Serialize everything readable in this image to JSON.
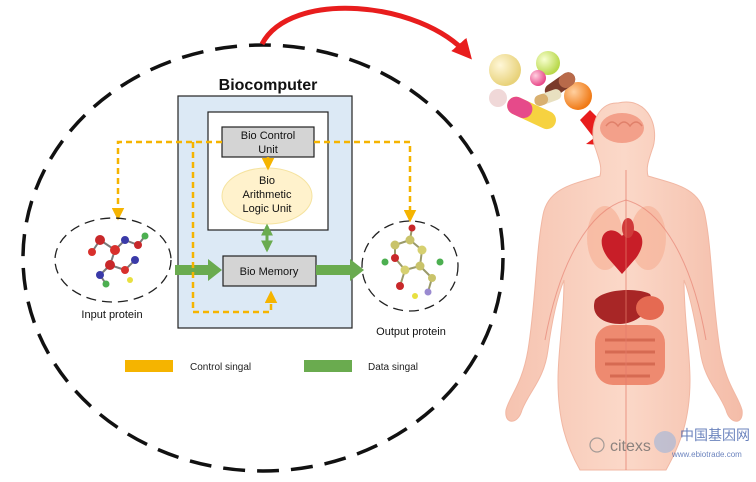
{
  "title": "Biocomputer",
  "units": {
    "control": [
      "Bio Control",
      "Unit"
    ],
    "alu": [
      "Bio",
      "Arithmetic",
      "Logic Unit"
    ],
    "memory": "Bio Memory"
  },
  "proteins": {
    "input": "Input protein",
    "output": "Output protein"
  },
  "legend": {
    "control": "Control  singal",
    "data": "Data singal"
  },
  "watermark": {
    "chinese": "中国基因网",
    "latin": "citexs",
    "url": "www.ebiotrade.com"
  },
  "colors": {
    "control_signal": "#f5b400",
    "data_signal": "#6aab4f",
    "biocomputer_bg": "#dce9f5",
    "unit_box": "#d4d4d4",
    "alu_fill": "#fff2cc",
    "big_arrow": "#e81d1d"
  }
}
